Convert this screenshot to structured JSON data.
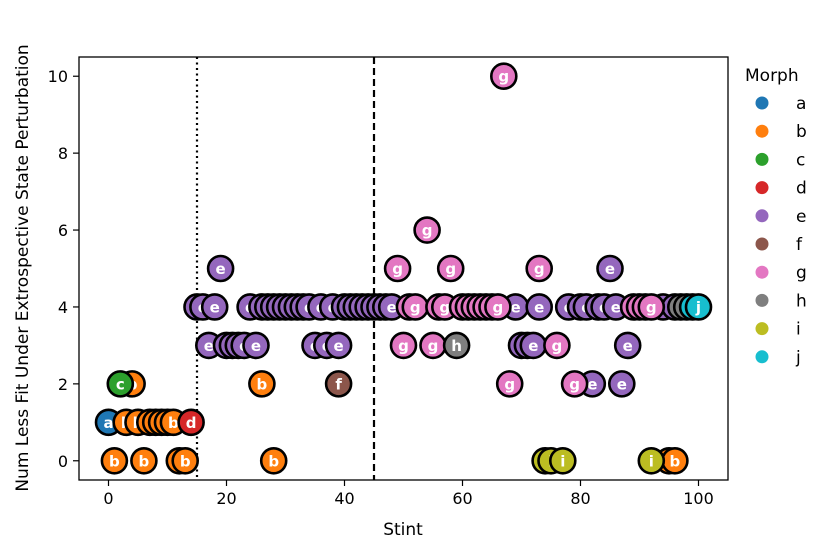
{
  "chart_data": {
    "type": "scatter",
    "title": "",
    "xlabel": "Stint",
    "ylabel": "Num Less Fit Under Extrospective State Perturbation",
    "xlim": [
      -5,
      105
    ],
    "ylim": [
      -0.5,
      10.5
    ],
    "xticks": [
      0,
      20,
      40,
      60,
      80,
      100
    ],
    "yticks": [
      0,
      2,
      4,
      6,
      8,
      10
    ],
    "grid": false,
    "vlines": [
      {
        "x": 15,
        "style": "dotted"
      },
      {
        "x": 45,
        "style": "dashed"
      }
    ],
    "legend": {
      "title": "Morph",
      "position": "right",
      "entries": [
        {
          "label": "a",
          "color": "#1f77b4"
        },
        {
          "label": "b",
          "color": "#ff7f0e"
        },
        {
          "label": "c",
          "color": "#2ca02c"
        },
        {
          "label": "d",
          "color": "#d62728"
        },
        {
          "label": "e",
          "color": "#9467bd"
        },
        {
          "label": "f",
          "color": "#8c564b"
        },
        {
          "label": "g",
          "color": "#e377c2"
        },
        {
          "label": "h",
          "color": "#7f7f7f"
        },
        {
          "label": "i",
          "color": "#bcbd22"
        },
        {
          "label": "j",
          "color": "#17becf"
        }
      ]
    },
    "series": [
      {
        "name": "a",
        "points": [
          [
            0,
            1
          ]
        ]
      },
      {
        "name": "b",
        "points": [
          [
            1,
            0
          ],
          [
            3,
            1
          ],
          [
            4,
            2
          ],
          [
            5,
            1
          ],
          [
            6,
            0
          ],
          [
            7,
            1
          ],
          [
            8,
            1
          ],
          [
            9,
            1
          ],
          [
            10,
            1
          ],
          [
            11,
            1
          ],
          [
            12,
            0
          ],
          [
            13,
            0
          ],
          [
            26,
            2
          ],
          [
            28,
            0
          ],
          [
            95,
            0
          ],
          [
            96,
            0
          ]
        ]
      },
      {
        "name": "c",
        "points": [
          [
            2,
            2
          ]
        ]
      },
      {
        "name": "d",
        "points": [
          [
            14,
            1
          ]
        ]
      },
      {
        "name": "e",
        "points": [
          [
            15,
            4
          ],
          [
            16,
            4
          ],
          [
            17,
            3
          ],
          [
            18,
            4
          ],
          [
            19,
            5
          ],
          [
            20,
            3
          ],
          [
            21,
            3
          ],
          [
            22,
            3
          ],
          [
            23,
            3
          ],
          [
            24,
            4
          ],
          [
            25,
            3
          ],
          [
            26,
            4
          ],
          [
            27,
            4
          ],
          [
            28,
            4
          ],
          [
            29,
            4
          ],
          [
            30,
            4
          ],
          [
            31,
            4
          ],
          [
            32,
            4
          ],
          [
            33,
            4
          ],
          [
            34,
            4
          ],
          [
            35,
            3
          ],
          [
            36,
            4
          ],
          [
            37,
            3
          ],
          [
            38,
            4
          ],
          [
            39,
            3
          ],
          [
            40,
            4
          ],
          [
            41,
            4
          ],
          [
            42,
            4
          ],
          [
            43,
            4
          ],
          [
            44,
            4
          ],
          [
            45,
            4
          ],
          [
            46,
            4
          ],
          [
            47,
            4
          ],
          [
            48,
            4
          ],
          [
            69,
            4
          ],
          [
            70,
            3
          ],
          [
            71,
            3
          ],
          [
            72,
            3
          ],
          [
            73,
            4
          ],
          [
            78,
            4
          ],
          [
            80,
            4
          ],
          [
            82,
            2
          ],
          [
            81,
            4
          ],
          [
            83,
            4
          ],
          [
            84,
            4
          ],
          [
            85,
            5
          ],
          [
            86,
            4
          ],
          [
            87,
            2
          ],
          [
            88,
            3
          ],
          [
            94,
            4
          ],
          [
            96,
            4
          ]
        ]
      },
      {
        "name": "f",
        "points": [
          [
            39,
            2
          ]
        ]
      },
      {
        "name": "g",
        "points": [
          [
            49,
            5
          ],
          [
            50,
            3
          ],
          [
            51,
            4
          ],
          [
            52,
            4
          ],
          [
            54,
            6
          ],
          [
            55,
            3
          ],
          [
            56,
            4
          ],
          [
            57,
            4
          ],
          [
            58,
            5
          ],
          [
            60,
            4
          ],
          [
            61,
            4
          ],
          [
            62,
            4
          ],
          [
            63,
            4
          ],
          [
            64,
            4
          ],
          [
            65,
            4
          ],
          [
            66,
            4
          ],
          [
            67,
            10
          ],
          [
            68,
            2
          ],
          [
            73,
            5
          ],
          [
            76,
            3
          ],
          [
            79,
            2
          ],
          [
            89,
            4
          ],
          [
            90,
            4
          ],
          [
            91,
            4
          ],
          [
            92,
            4
          ]
        ]
      },
      {
        "name": "h",
        "points": [
          [
            59,
            3
          ],
          [
            97,
            4
          ],
          [
            98,
            4
          ]
        ]
      },
      {
        "name": "i",
        "points": [
          [
            74,
            0
          ],
          [
            75,
            0
          ],
          [
            77,
            0
          ],
          [
            92,
            0
          ]
        ]
      },
      {
        "name": "j",
        "points": [
          [
            99,
            4
          ],
          [
            100,
            4
          ]
        ]
      }
    ]
  }
}
